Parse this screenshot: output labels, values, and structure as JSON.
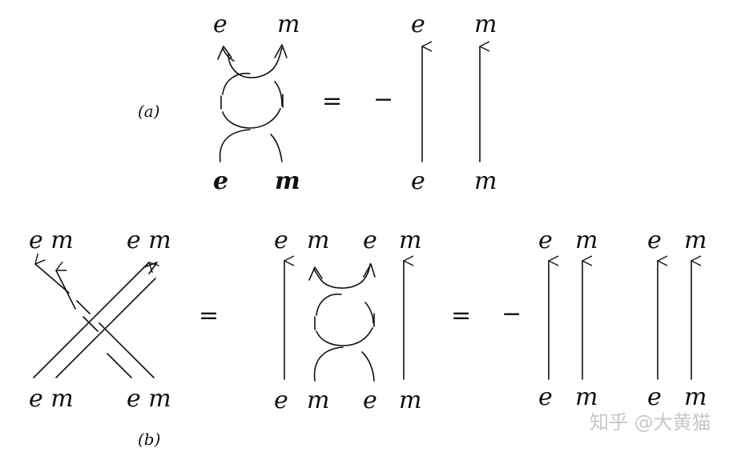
{
  "panel_a": {
    "caption": "(a)",
    "braid": {
      "top": [
        "e",
        "m"
      ],
      "bottom": [
        "e",
        "m"
      ]
    },
    "equals": "=",
    "minus": "−",
    "strands": {
      "top": [
        "e",
        "m"
      ],
      "bottom": [
        "e",
        "m"
      ]
    }
  },
  "panel_b": {
    "caption": "(b)",
    "crossing": {
      "top": [
        "e m",
        "e m"
      ],
      "bottom": [
        "e m",
        "e m"
      ]
    },
    "equals_1": "=",
    "middle": {
      "top": [
        "e",
        "m",
        "e",
        "m"
      ],
      "bottom": [
        "e",
        "m",
        "e",
        "m"
      ]
    },
    "equals_2": "=",
    "minus": "−",
    "right": {
      "top": [
        "e",
        "m",
        "e",
        "m"
      ],
      "bottom": [
        "e",
        "m",
        "e",
        "m"
      ]
    }
  },
  "watermark": "知乎 @大黄猫"
}
